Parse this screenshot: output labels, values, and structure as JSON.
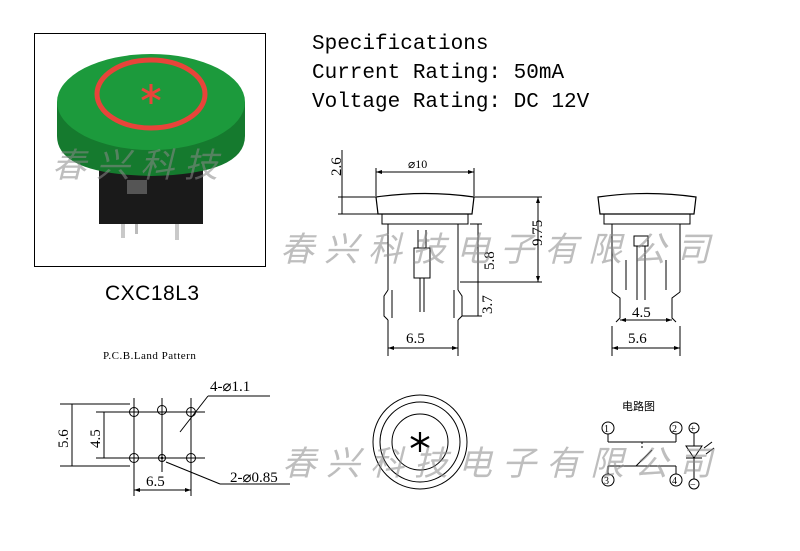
{
  "specs": {
    "title": "Specifications",
    "current": "Current Rating: 50mA",
    "voltage": "Voltage Rating: DC 12V"
  },
  "model": "CXC18L3",
  "watermarks": [
    "春兴科技",
    "春兴科技电子有限公司",
    "春兴科技电子有限公司"
  ],
  "pcb": {
    "title": "P.C.B.Land Pattern",
    "hole_large": "4-⌀1.1",
    "hole_small": "2-⌀0.85",
    "dim_h_outer": "5.6",
    "dim_h_inner": "4.5",
    "dim_w": "6.5"
  },
  "front_view": {
    "dia": "⌀10",
    "cap_h": "2.6",
    "body_h": "5.8",
    "total_h": "9.75",
    "pin_h": "3.7",
    "width": "6.5"
  },
  "side_view": {
    "inner": "4.5",
    "outer": "5.6"
  },
  "circuit": {
    "title": "电路图",
    "pins": [
      "1",
      "2",
      "3",
      "4"
    ],
    "led_plus": "+",
    "led_minus": "−"
  },
  "colors": {
    "cap_green": "#1c9a3c",
    "ring_red": "#e8443a",
    "base_black": "#1a1a1a"
  }
}
